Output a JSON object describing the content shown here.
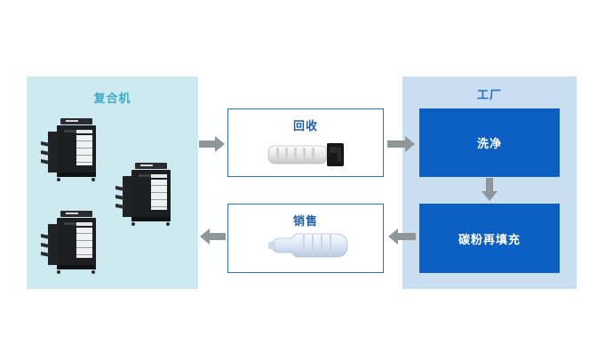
{
  "mfp_panel": {
    "title": "复合机"
  },
  "factory_panel": {
    "title": "工厂"
  },
  "flow": {
    "recycle_label": "回收",
    "sales_label": "销售",
    "wash_label": "洗净",
    "refill_label": "碳粉再填充"
  },
  "icons": [
    "printer-icon",
    "cartridge-icon",
    "bottle-icon",
    "arrow-right-icon",
    "arrow-left-icon",
    "arrow-down-icon"
  ],
  "colors": {
    "mfp_panel_bg": "#cdeaf1",
    "factory_panel_bg": "#c9def0",
    "flow_box_border": "#2f71c8",
    "process_box_bg": "#0b5fc2",
    "arrow_gray": "#8f969a",
    "mfp_title": "#3fa9c8",
    "factory_title": "#1f6fc6",
    "flow_title": "#1f5faa"
  }
}
